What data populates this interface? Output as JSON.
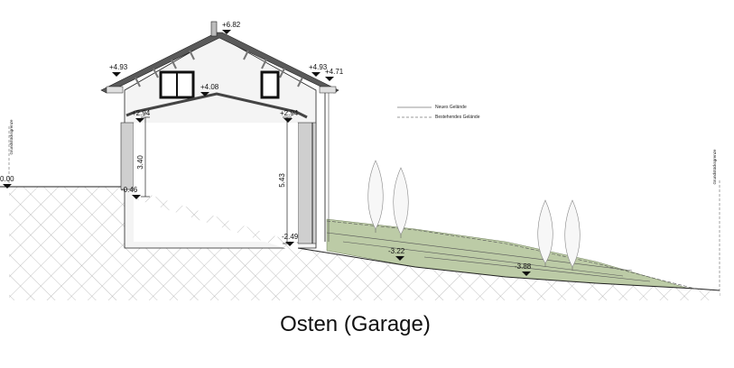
{
  "caption": "Osten (Garage)",
  "legend": {
    "new_terrain": "Neues Gelände",
    "existing_terrain": "Bestehendes Gelände"
  },
  "boundary_label": "Grundstücksgrenze",
  "levels": {
    "ridge": "+6.82",
    "eave_left": "+4.93",
    "eave_right": "+4.93",
    "eave_right_outer": "+4.71",
    "upper_floor": "+4.08",
    "left_top": "+2.94",
    "right_top": "+2.94",
    "zero": "0.00",
    "left_base": "-0.46",
    "right_base": "-2.49",
    "terrain_mid": "-3.22",
    "terrain_far": "-3.88"
  },
  "dimensions": {
    "left_height": "3.40",
    "right_height": "5.43"
  },
  "colors": {
    "green_terrain": "#bccba6",
    "hatch": "#8a8a8a",
    "roof": "#555555"
  }
}
